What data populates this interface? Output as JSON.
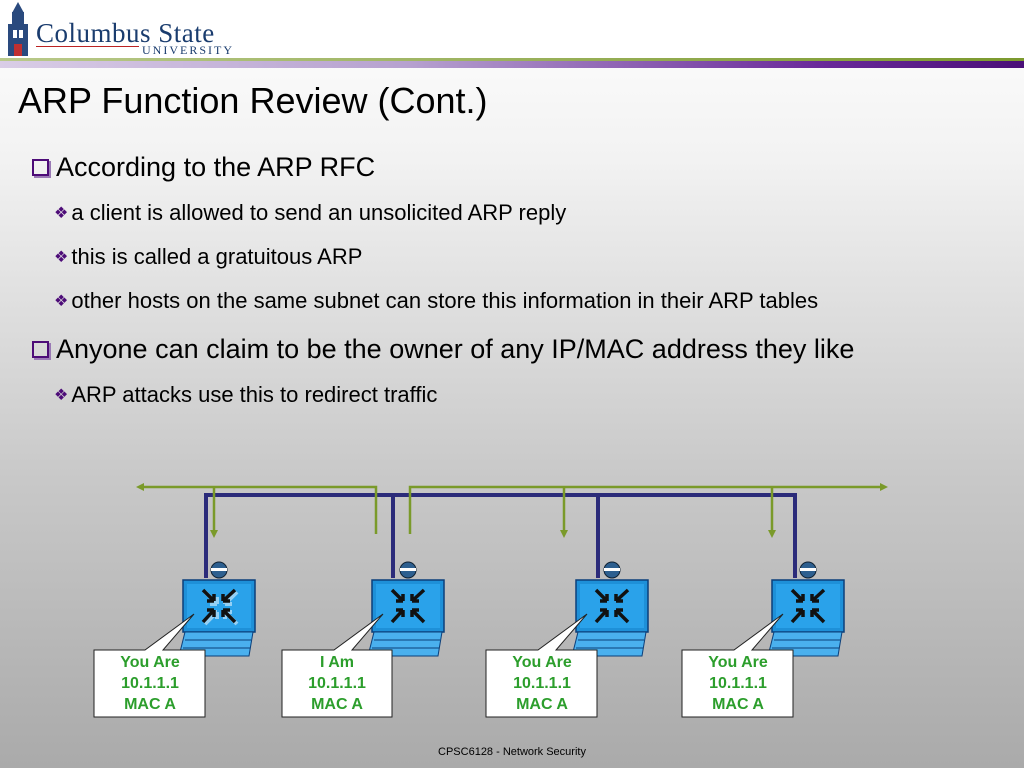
{
  "header": {
    "logo_top": "Columbus State",
    "logo_bottom": "UNIVERSITY"
  },
  "slide": {
    "title": "ARP Function Review (Cont.)",
    "bullets": [
      {
        "text": "According to the ARP RFC",
        "sub": [
          "a client is allowed to send an unsolicited ARP reply",
          "this is called a gratuitous ARP",
          "other hosts on the same subnet can store this information in their ARP tables"
        ]
      },
      {
        "text": "Anyone can claim to be the owner of any IP/MAC address they like",
        "sub": [
          "ARP attacks use this to redirect traffic"
        ]
      }
    ]
  },
  "diagram": {
    "hosts": [
      {
        "line1": "You Are",
        "line2": "10.1.1.1",
        "line3": "MAC A"
      },
      {
        "line1": "I Am",
        "line2": "10.1.1.1",
        "line3": "MAC A"
      },
      {
        "line1": "You Are",
        "line2": "10.1.1.1",
        "line3": "MAC A"
      },
      {
        "line1": "You Are",
        "line2": "10.1.1.1",
        "line3": "MAC A"
      }
    ],
    "colors": {
      "bus": "#2b2b7a",
      "arrows": "#7a9a2a",
      "screen": "#1e90d8",
      "callout_text": "#2c9e2c"
    }
  },
  "footer": {
    "text": "CPSC6128 - Network Security"
  }
}
